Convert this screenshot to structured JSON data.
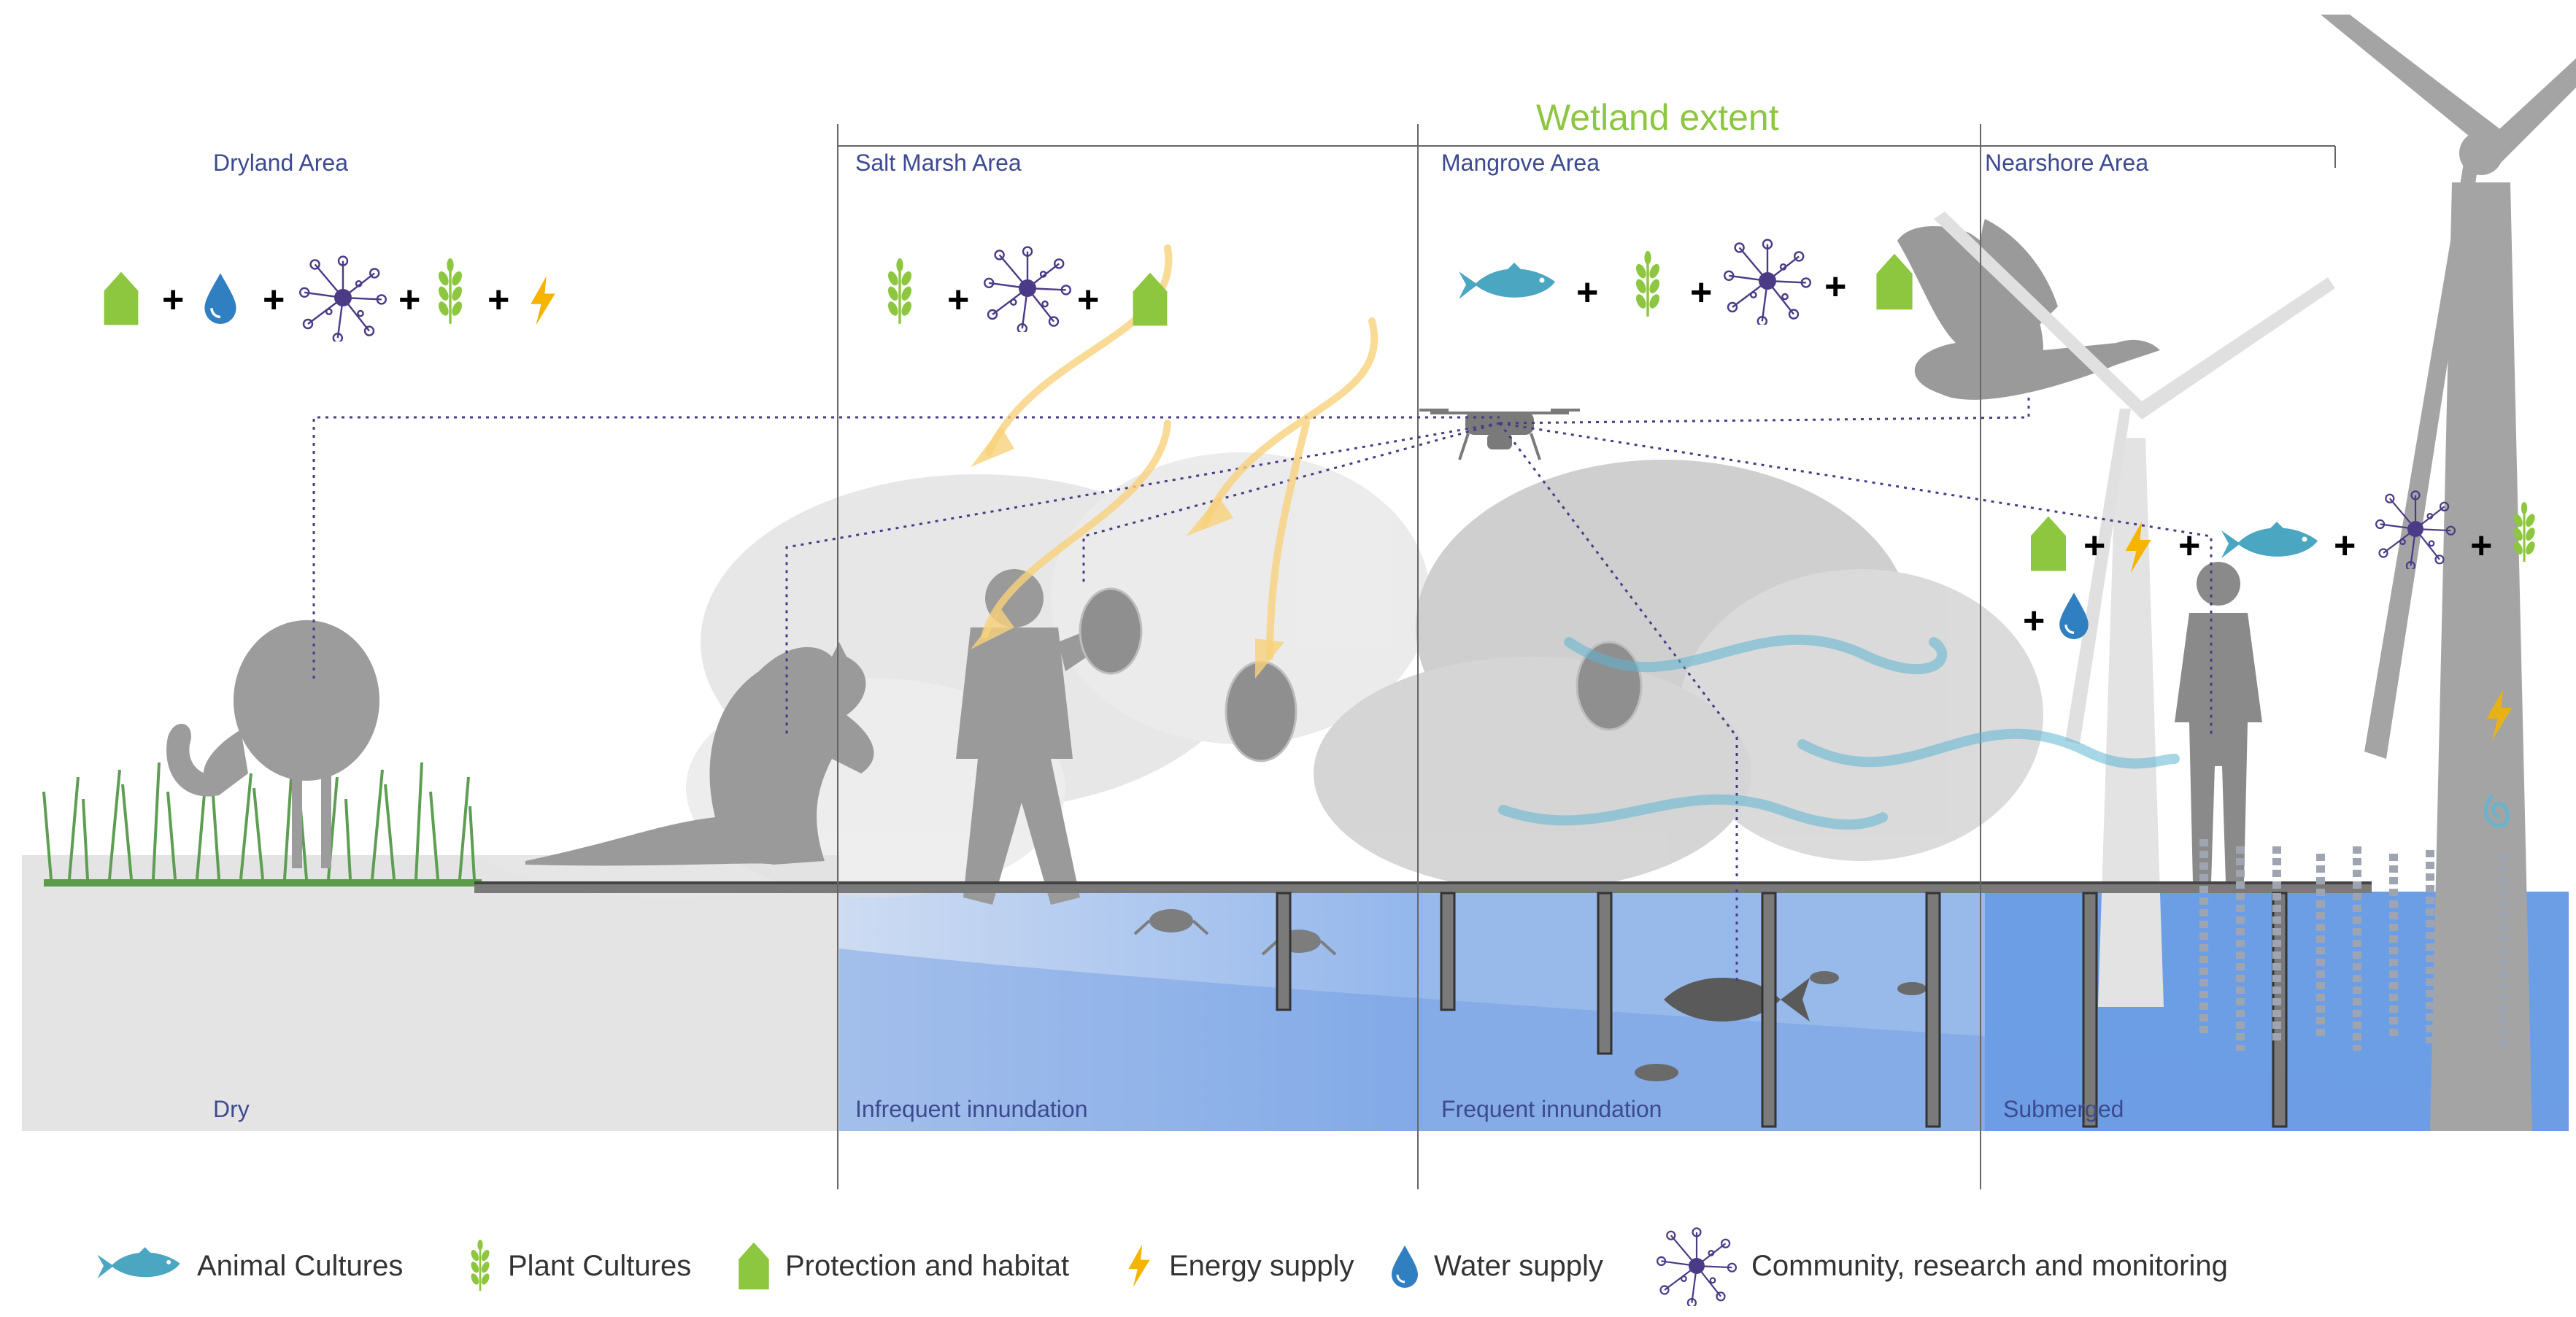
{
  "title": "Wetland extent",
  "areas": {
    "dryland": "Dryland Area",
    "salt_marsh": "Salt Marsh Area",
    "mangrove": "Mangrove Area",
    "nearshore": "Nearshore Area"
  },
  "inundation": {
    "dry": "Dry",
    "infrequent": "Infrequent innundation",
    "frequent": "Frequent innundation",
    "submerged": "Submerged"
  },
  "legend": [
    {
      "icon": "fish-icon",
      "label": "Animal Cultures"
    },
    {
      "icon": "wheat-icon",
      "label": "Plant Cultures"
    },
    {
      "icon": "house-icon",
      "label": "Protection and habitat"
    },
    {
      "icon": "lightning-icon",
      "label": "Energy supply"
    },
    {
      "icon": "water-drop-icon",
      "label": "Water supply"
    },
    {
      "icon": "network-icon",
      "label": "Community, research and monitoring"
    }
  ],
  "colors": {
    "green": "#8dc63f",
    "blue_drop": "#2f7fc1",
    "purple": "#4b3a86",
    "fish": "#4aa6c1",
    "energy": "#f4b400",
    "label": "#3d4a8f",
    "water": "#7aa6e6"
  }
}
